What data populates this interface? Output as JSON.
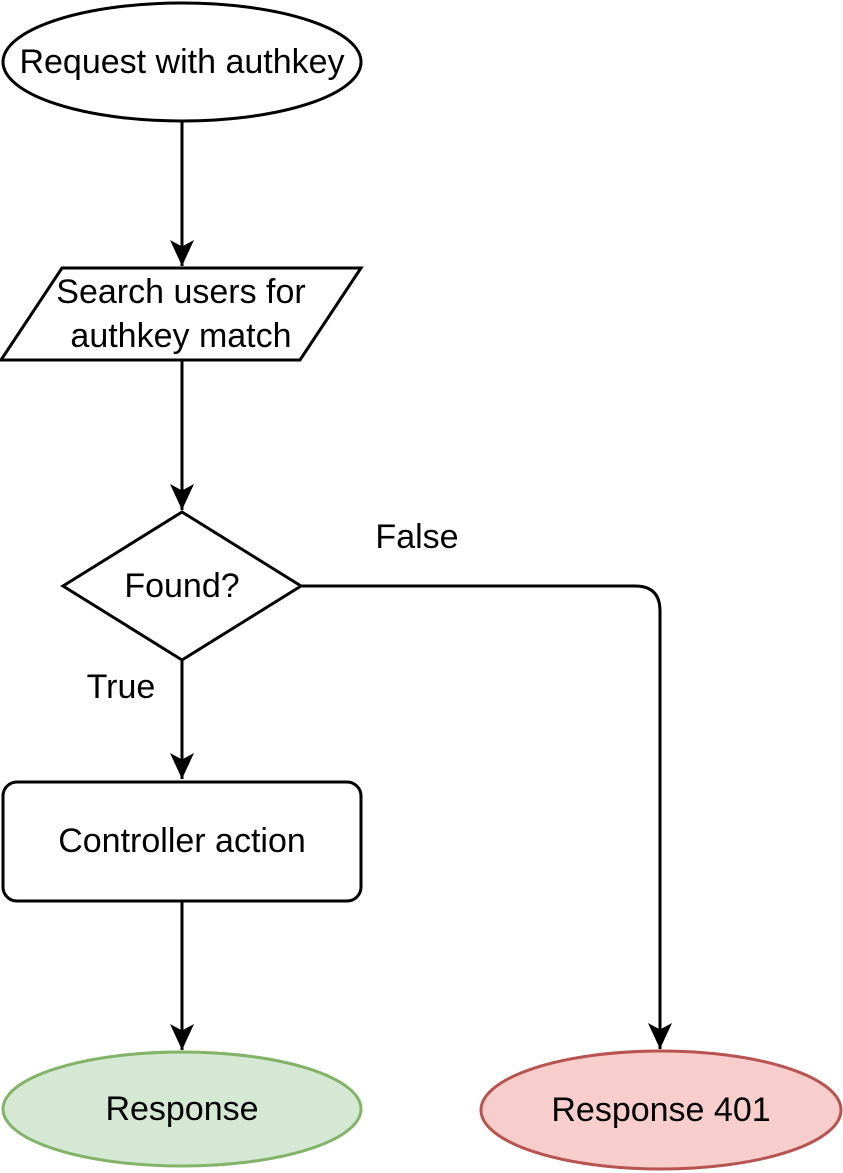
{
  "diagram": {
    "nodes": {
      "start": {
        "label": "Request with authkey",
        "type": "terminator"
      },
      "search": {
        "label": "Search users for\nauthkey match",
        "type": "input-output"
      },
      "decision": {
        "label": "Found?",
        "type": "decision"
      },
      "controller": {
        "label": "Controller action",
        "type": "process"
      },
      "response_ok": {
        "label": "Response",
        "type": "terminator"
      },
      "response_401": {
        "label": "Response 401",
        "type": "terminator"
      }
    },
    "edges": {
      "true_label": "True",
      "false_label": "False"
    },
    "colors": {
      "line": "#000000",
      "node_fill": "#ffffff",
      "success_fill": "#d5e8d4",
      "success_stroke": "#82b366",
      "error_fill": "#f8cecc",
      "error_stroke": "#b85450"
    }
  }
}
